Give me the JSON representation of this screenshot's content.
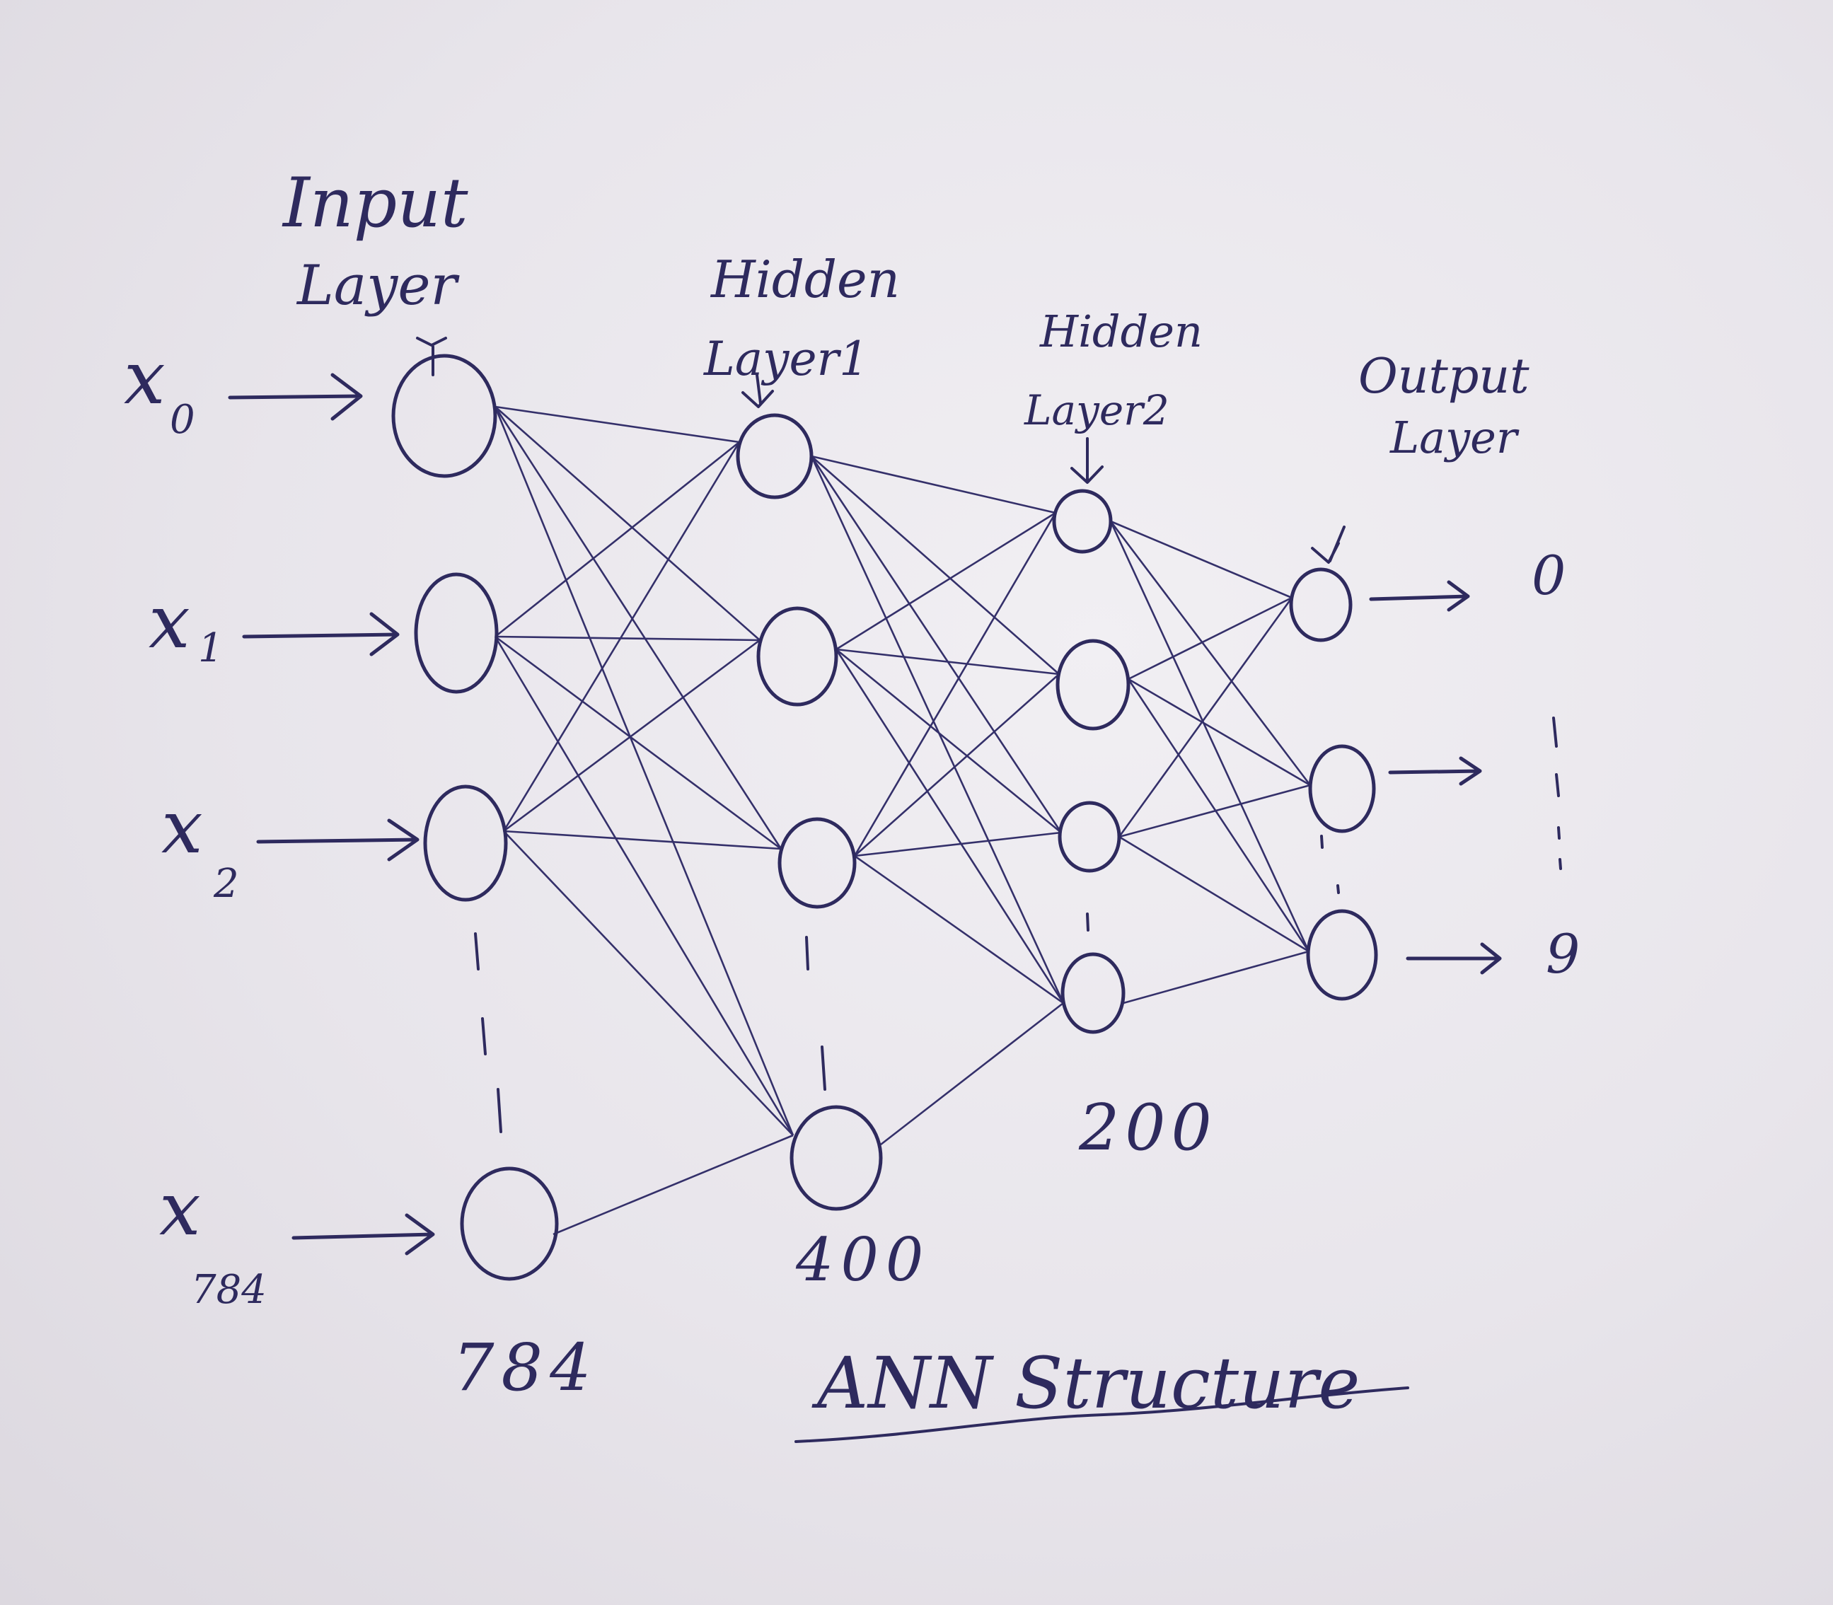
{
  "title": "ANN Structure",
  "layers": [
    {
      "id": "input",
      "label_line1": "Input",
      "label_line2": "Layer",
      "count_label": "784"
    },
    {
      "id": "hidden1",
      "label_line1": "Hidden",
      "label_line2": "Layer1",
      "count_label": "400"
    },
    {
      "id": "hidden2",
      "label_line1": "Hidden",
      "label_line2": "Layer2",
      "count_label": "200"
    },
    {
      "id": "output",
      "label_line1": "Output",
      "label_line2": "Layer",
      "count_label": ""
    }
  ],
  "inputs": [
    {
      "symbol": "x",
      "sub": "0"
    },
    {
      "symbol": "x",
      "sub": "1"
    },
    {
      "symbol": "x",
      "sub": "2"
    },
    {
      "symbol": "x",
      "sub": "784"
    }
  ],
  "outputs": [
    "0",
    "9"
  ],
  "colors": {
    "ink": "#2e2a5e",
    "paper": "#ece9ee"
  }
}
